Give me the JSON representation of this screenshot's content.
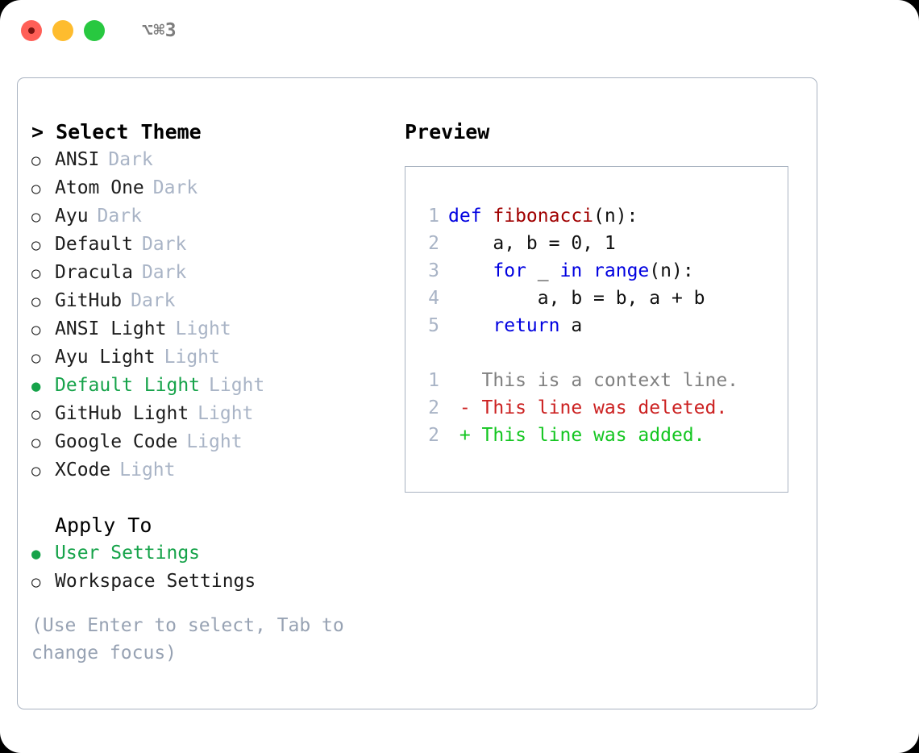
{
  "titlebar": {
    "shortcut": "⌥⌘3",
    "buttons": [
      {
        "name": "close",
        "color": "#ff5f57"
      },
      {
        "name": "minimize",
        "color": "#febc2e"
      },
      {
        "name": "maximize",
        "color": "#28c840"
      }
    ]
  },
  "theme_picker": {
    "heading": "> Select Theme",
    "options": [
      {
        "marker": "○",
        "label": "ANSI",
        "tag": "Dark",
        "selected": false
      },
      {
        "marker": "○",
        "label": "Atom One",
        "tag": "Dark",
        "selected": false
      },
      {
        "marker": "○",
        "label": "Ayu",
        "tag": "Dark",
        "selected": false
      },
      {
        "marker": "○",
        "label": "Default",
        "tag": "Dark",
        "selected": false
      },
      {
        "marker": "○",
        "label": "Dracula",
        "tag": "Dark",
        "selected": false
      },
      {
        "marker": "○",
        "label": "GitHub",
        "tag": "Dark",
        "selected": false
      },
      {
        "marker": "○",
        "label": "ANSI Light",
        "tag": "Light",
        "selected": false
      },
      {
        "marker": "○",
        "label": "Ayu Light",
        "tag": "Light",
        "selected": false
      },
      {
        "marker": "●",
        "label": "Default Light",
        "tag": "Light",
        "selected": true
      },
      {
        "marker": "○",
        "label": "GitHub Light",
        "tag": "Light",
        "selected": false
      },
      {
        "marker": "○",
        "label": "Google Code",
        "tag": "Light",
        "selected": false
      },
      {
        "marker": "○",
        "label": "XCode",
        "tag": "Light",
        "selected": false
      }
    ]
  },
  "apply_to": {
    "heading": "Apply To",
    "options": [
      {
        "marker": "●",
        "label": "User Settings",
        "selected": true
      },
      {
        "marker": "○",
        "label": "Workspace Settings",
        "selected": false
      }
    ]
  },
  "hint": "(Use Enter to select, Tab to change focus)",
  "preview": {
    "title": "Preview",
    "code_lines": [
      {
        "num": "1",
        "tokens": [
          {
            "text": "def ",
            "style": "kw"
          },
          {
            "text": "fibonacci",
            "style": "fn"
          },
          {
            "text": "(n):",
            "style": "plain"
          }
        ]
      },
      {
        "num": "2",
        "tokens": [
          {
            "text": "    a, b = 0, 1",
            "style": "plain"
          }
        ]
      },
      {
        "num": "3",
        "tokens": [
          {
            "text": "    ",
            "style": "plain"
          },
          {
            "text": "for",
            "style": "kw"
          },
          {
            "text": " _ ",
            "style": "plain"
          },
          {
            "text": "in",
            "style": "kw"
          },
          {
            "text": " ",
            "style": "plain"
          },
          {
            "text": "range",
            "style": "kw"
          },
          {
            "text": "(n):",
            "style": "plain"
          }
        ]
      },
      {
        "num": "4",
        "tokens": [
          {
            "text": "        a, b = b, a + b",
            "style": "plain"
          }
        ]
      },
      {
        "num": "5",
        "tokens": [
          {
            "text": "    ",
            "style": "plain"
          },
          {
            "text": "return",
            "style": "kw"
          },
          {
            "text": " a",
            "style": "plain"
          }
        ]
      }
    ],
    "diff_lines": [
      {
        "num": "1",
        "tokens": [
          {
            "text": "   This is a context line.",
            "style": "ctx"
          }
        ]
      },
      {
        "num": "2",
        "tokens": [
          {
            "text": " - This line was deleted.",
            "style": "del"
          }
        ]
      },
      {
        "num": "2",
        "tokens": [
          {
            "text": " + This line was added.",
            "style": "add"
          }
        ]
      }
    ]
  },
  "colors": {
    "accent_green": "#16a34a",
    "tag_grey": "#a9b4c6",
    "border": "#a9b3c1",
    "keyword_blue": "#0000e0",
    "function_red": "#a00000",
    "diff_delete": "#cc2222",
    "diff_add": "#14c621",
    "hint_grey": "#97a2b3"
  }
}
